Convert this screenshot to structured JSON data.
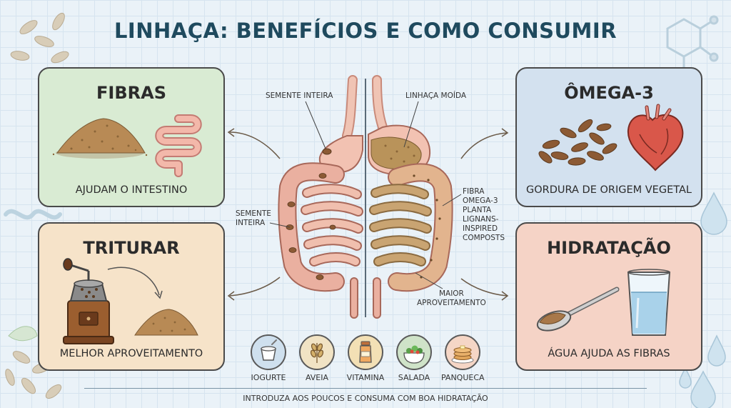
{
  "title": "LINHAÇA: BENEFÍCIOS E COMO CONSUMIR",
  "cards": {
    "fibras": {
      "title": "FIBRAS",
      "caption": "AJUDAM O INTESTINO",
      "bg": "#d9ebd3"
    },
    "omega": {
      "title": "ÔMEGA-3",
      "caption": "GORDURA DE ORIGEM VEGETAL",
      "bg": "#d3e1ef"
    },
    "triturar": {
      "title": "TRITURAR",
      "caption": "MELHOR APROVEITAMENTO",
      "bg": "#f6e3c9"
    },
    "hidratacao": {
      "title": "HIDRATAÇÃO",
      "caption": "ÁGUA AJUDA AS FIBRAS",
      "bg": "#f5d3c6"
    }
  },
  "diagram": {
    "label_semente_top": "SEMENTE INTEIRA",
    "label_linhaca_moida": "LINHAÇA MOÍDA",
    "label_semente_left": "SEMENTE\nINTEIRA",
    "label_nutrients": "FIBRA\nOMEGA-3\nPLANTA\nLIGNANS-\nINSPIRED\nCOMPOSTS",
    "label_maior": "MAIOR\nAPROVEITAMENTO"
  },
  "ingredients": [
    {
      "name": "IOGURTE",
      "icon": "yogurt-icon",
      "bg": "#cfe0ee"
    },
    {
      "name": "AVEIA",
      "icon": "oat-icon",
      "bg": "#f1e3c4"
    },
    {
      "name": "VITAMINA",
      "icon": "smoothie-bottle-icon",
      "bg": "#f3e0b5"
    },
    {
      "name": "SALADA",
      "icon": "salad-icon",
      "bg": "#cfe3c8"
    },
    {
      "name": "PANQUECA",
      "icon": "pancake-icon",
      "bg": "#f5d6c6"
    }
  ],
  "footer": "INTRODUZA AOS POUCOS E CONSUMA COM BOA HIDRATAÇÃO"
}
